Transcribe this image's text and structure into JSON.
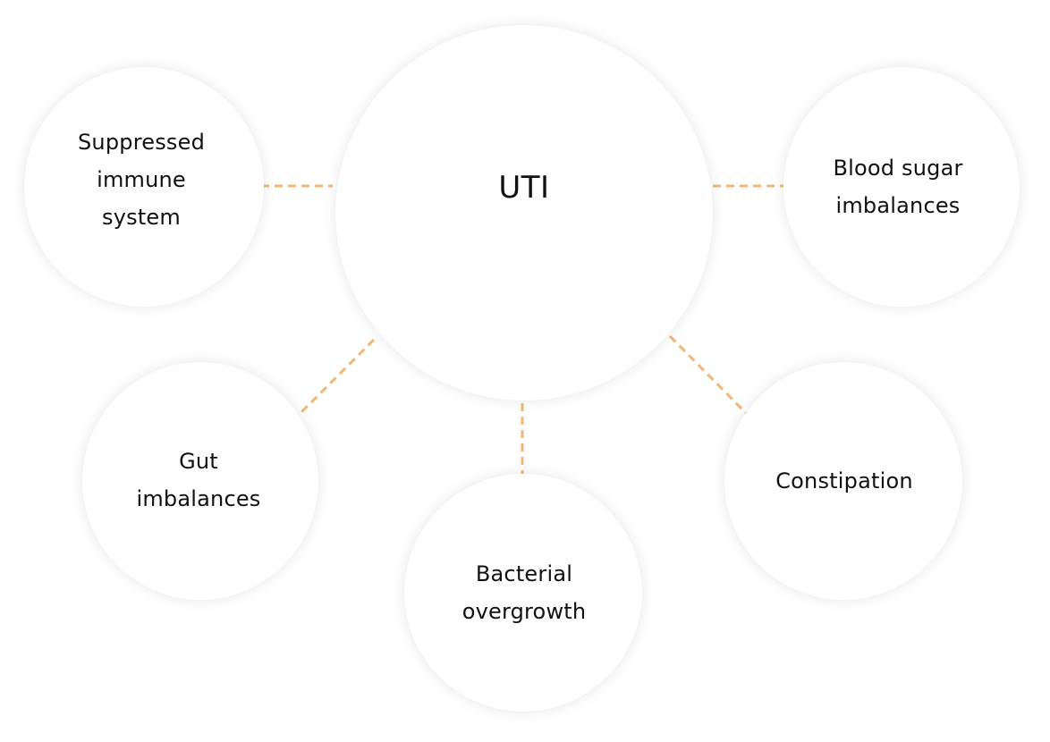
{
  "diagram": {
    "center": {
      "label": "UTI"
    },
    "nodes": {
      "immune": {
        "label": "Suppressed\nimmune\nsystem"
      },
      "blood": {
        "label": "Blood sugar\nimbalances"
      },
      "gut": {
        "label": "Gut\nimbalances"
      },
      "bacterial": {
        "label": "Bacterial\novergrowth"
      },
      "constipation": {
        "label": "Constipation"
      }
    },
    "connector_color": "#F2B873"
  }
}
